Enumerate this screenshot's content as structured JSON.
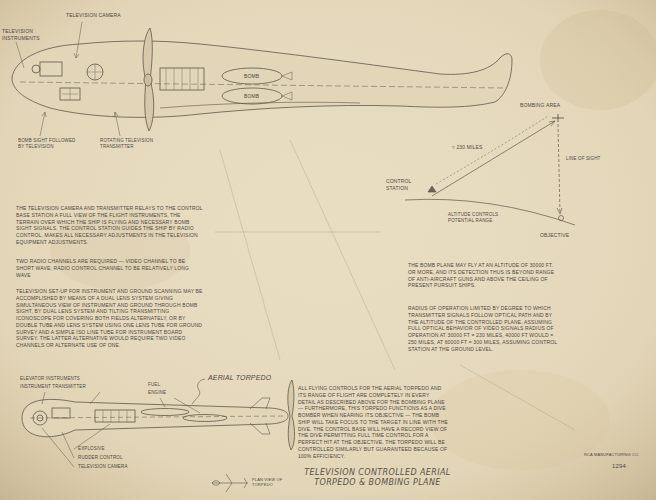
{
  "diagram": {
    "title": "TELEVISION CONTROLLED AERIAL TORPEDO & BOMBING PLANE",
    "labels": [
      "TELEVISION CAMERA",
      "TELEVISION INSTRUMENTS",
      "BOMB",
      "BOMB",
      "BOMB SIGHT FOLLOWED BY TELEVISION",
      "ROTATING TELEVISION TRANSMITTER",
      "CONTROL STATION",
      "≈ 230 MILES",
      "BOMBING AREA",
      "LINE OF SIGHT",
      "OBJECTIVE",
      "ALTITUDE CONTROLS POTENTIAL RANGE",
      "THE TELEVISION CAMERA AND TRANSMITTER RELAYS TO THE CONTROL BASE STATION A FULL VIEW OF THE FLIGHT INSTRUMENTS, THE TERRAIN OVER WHICH THE SHIP IS FLYING AND NECESSARY BOMB SIGHT SIGNALS. THE CONTROL STATION GUIDES THE SHIP BY RADIO CONTROL, MAKES ALL NECESSARY ADJUSTMENTS IN THE TELEVISION EQUIPMENT ADJUSTMENTS.",
      "TWO RADIO CHANNELS ARE REQUIRED — VIDEO CHANNEL TO BE SHORT WAVE; RADIO CONTROL CHANNEL TO BE RELATIVELY LONG WAVE",
      "TELEVISION SET-UP FOR INSTRUMENT AND GROUND SCANNING MAY BE ACCOMPLISHED BY MEANS OF A DUAL LENS SYSTEM GIVING SIMULTANEOUS VIEW OF INSTRUMENT AND GROUND THROUGH BOMB SIGHT, BY DUAL LENS SYSTEM AND TILTING TRANSMITTING ICONOSCOPE FOR COVERING BOTH FIELDS ALTERNATELY, OR BY DOUBLE TUBE AND LENS SYSTEM USING ONE LENS TUBE FOR GROUND SURVEY AND A SIMPLE ISO LINE TUBE FOR INSTRUMENT BOARD SURVEY. THE LATTER ALTERNATIVE WOULD REQUIRE TWO VIDEO CHANNELS OR ALTERNATE USE OF ONE.",
      "THE BOMB PLANE MAY FLY AT AN ALTITUDE OF 30000 FT. OR MORE, AND ITS DETECTION THUS IS BEYOND RANGE OF ANTI-AIRCRAFT GUNS AND ABOVE THE CEILING OF PRESENT PURSUIT SHIPS.",
      "RADIUS OF OPERATION LIMITED BY DEGREE TO WHICH TRANSMITTER SIGNALS FOLLOW OPTICAL PATH AND BY THE ALTITUDE OF THE CONTROLLED PLANE. ASSUMING FULL OPTICAL BEHAVIOR OF VIDEO SIGNALS RADIUS OF OPERATION AT 30000 FT = 230 MILES, 40000 FT WOULD = 250 MILES, AT 60000 FT = 300 MILES, ASSUMING CONTROL STATION AT THE GROUND LEVEL.",
      "AERIAL TORPEDO",
      "ELEVATOR INSTRUMENTS",
      "INSTRUMENT TRANSMITTER",
      "FUEL",
      "ENGINE",
      "EXPLOSIVE",
      "RUDDER CONTROL",
      "TELEVISION CAMERA",
      "PLAN VIEW OF TORPEDO",
      "ALL FLYING CONTROLS FOR THE AERIAL TORPEDO AND ITS RANGE OF FLIGHT ARE COMPLETELY IN EVERY DETAIL AS DESCRIBED ABOVE FOR THE BOMBING PLANE — FURTHERMORE, THIS TORPEDO FUNCTIONS AS A DIVE BOMBER WHEN NEARING ITS OBJECTIVE — THE BOMB SHIP WILL TAKE FOCUS TO THE TARGET IN LINE WITH THE DIVE. THE CONTROL BASE WILL HAVE A RECORD VIEW OF THE DIVE PERMITTING FULL TIME CONTROL FOR A PERFECT HIT AT THE OBJECTIVE. THE TORPEDO WILL BE CONTROLLED SIMILARLY BUT GUARANTEED BECAUSE OF 100% EFFICIENCY.",
      "1294",
      "RCA MANUFACTURING CO."
    ]
  }
}
